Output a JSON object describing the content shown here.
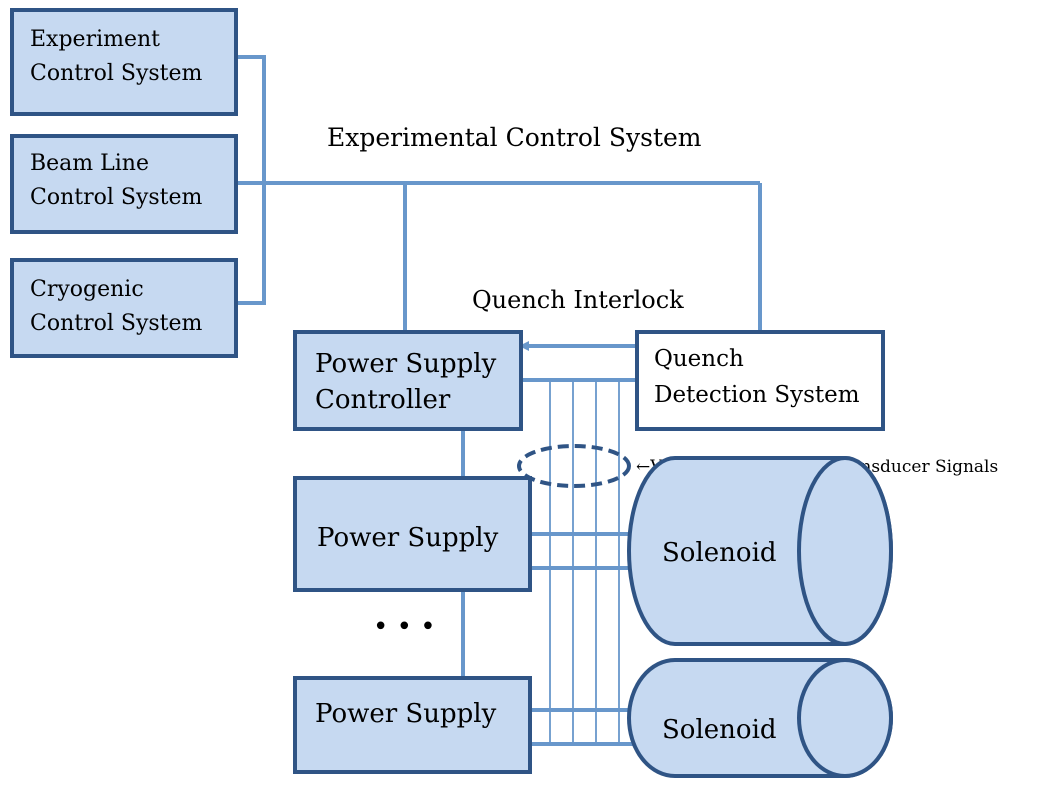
{
  "colors": {
    "box_fill": "#c6d9f1",
    "box_stroke": "#2f5485",
    "line": "#6897cb",
    "white_box_fill": "#ffffff"
  },
  "boxes": {
    "experiment_control": [
      "Experiment",
      "Control System"
    ],
    "beam_line_control": [
      "Beam Line",
      "Control System"
    ],
    "cryogenic_control": [
      "Cryogenic",
      "Control System"
    ],
    "power_supply_controller": [
      "Power Supply",
      "Controller"
    ],
    "quench_detection": [
      "Quench",
      "Detection System"
    ],
    "power_supply_1": "Power Supply",
    "power_supply_2": "Power Supply"
  },
  "solenoids": [
    "Solenoid",
    "Solenoid"
  ],
  "labels": {
    "experimental_control_system": "Experimental Control System",
    "quench_interlock": "Quench Interlock",
    "transducer_signals": "Voltage and Current Transducer Signals",
    "ellipsis_left": "• • •",
    "ellipsis_right": "• • •"
  }
}
